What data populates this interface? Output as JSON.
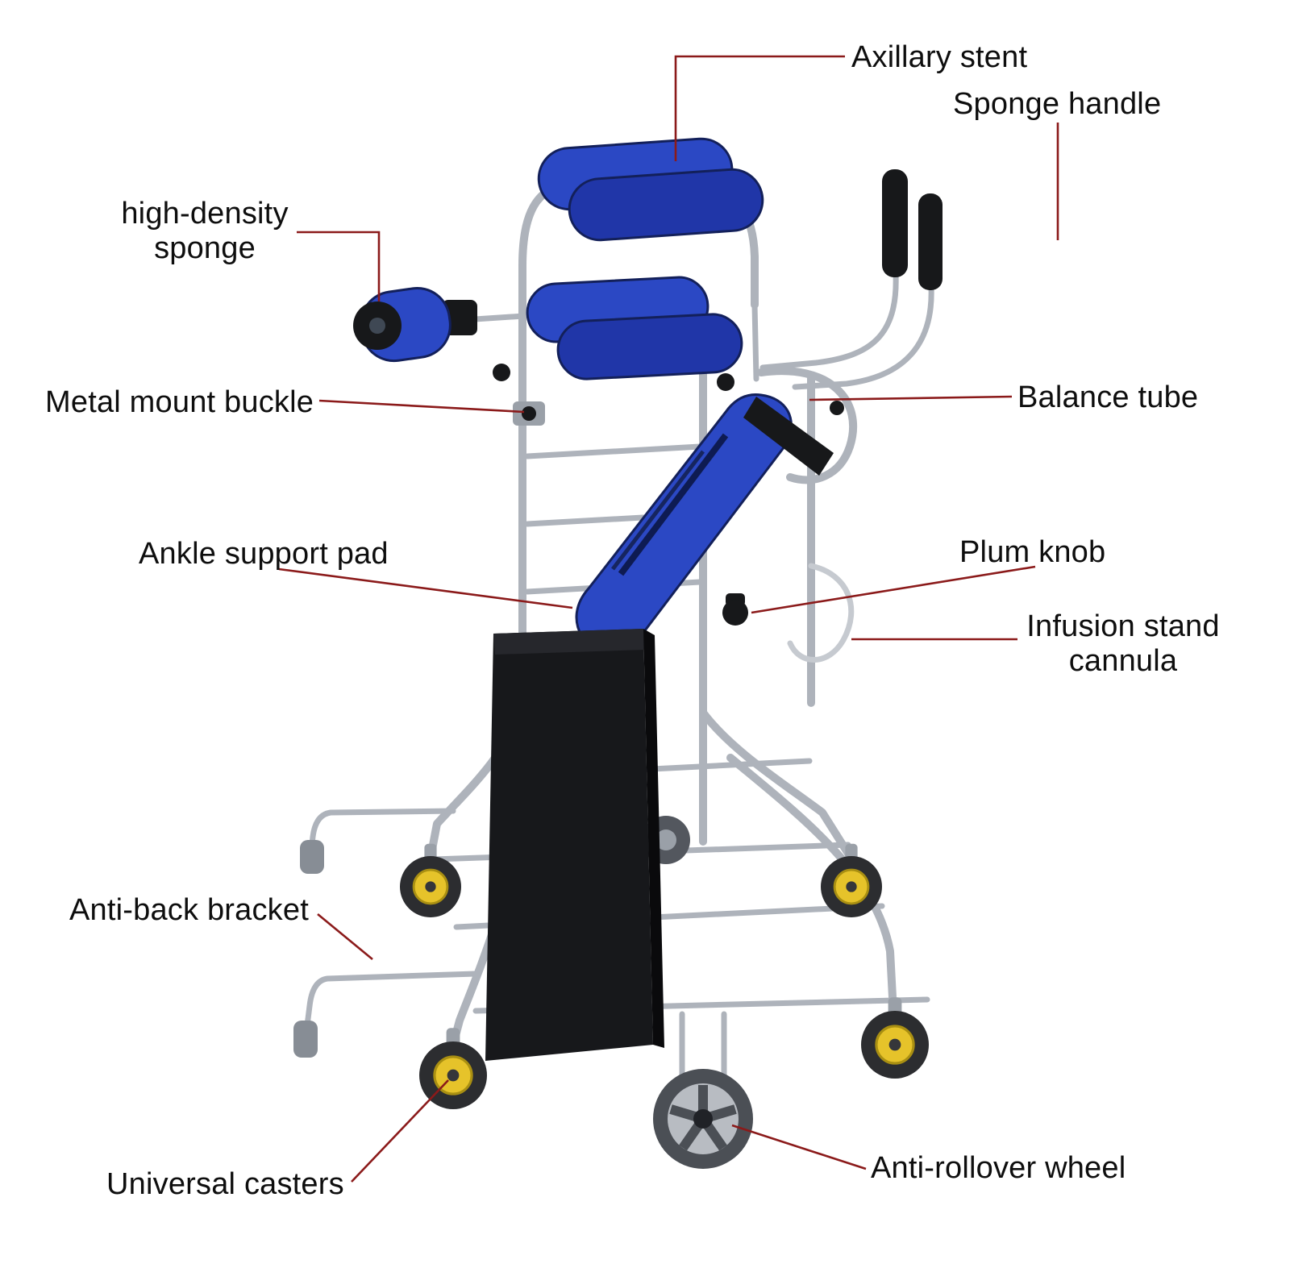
{
  "labels": {
    "axillary_stent": "Axillary stent",
    "sponge_handle": "Sponge handle",
    "high_density_sponge": "high-density sponge",
    "metal_mount_buckle": "Metal mount buckle",
    "balance_tube": "Balance tube",
    "ankle_support_pad": "Ankle support pad",
    "plum_knob": "Plum knob",
    "infusion_stand_cannula": "Infusion stand cannula",
    "anti_back_bracket": "Anti-back bracket",
    "universal_casters": "Universal casters",
    "anti_rollover_wheel": "Anti-rollover wheel"
  },
  "colors": {
    "leader_line": "#8b1a1a",
    "pad_blue": "#2b48c4",
    "frame_silver": "#aeb3bb",
    "hub_yellow": "#e6c32a",
    "board_black": "#17181b"
  }
}
